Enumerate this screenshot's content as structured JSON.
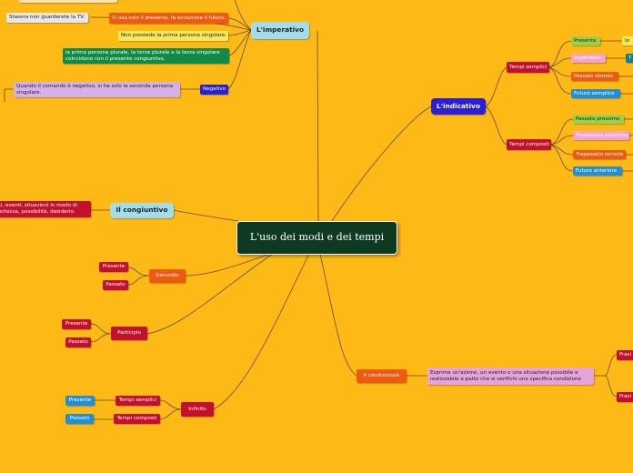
{
  "center": "L'uso dei modi e dei tempi",
  "imperativo": {
    "label": "L'imperativo",
    "items": [
      "Stasera non guarderete la TV.",
      "Si usa solo il presente, fa eccezione il futuro.",
      "Non possiede la prima persona singolare.",
      "la prima persona plurale, la terza plurale e la terza singolare coincidono con il presente congiuntivo.",
      "Negativo",
      "Quando il comando è negativo, si ha solo la seconda persona singolare."
    ]
  },
  "indicativo": {
    "label": "L'indicativo",
    "tempi_semplici": "Tempi semplici",
    "semplici": [
      "Presente",
      "Imperfetto",
      "Passato remoto",
      "Futuro semplice"
    ],
    "tempi_composti": "Tempi composti",
    "composti": [
      "Passato prossimo",
      "Trapassato prossimo",
      "Trapassato remoto",
      "Futuro anteriore"
    ],
    "partial": [
      "Io",
      "T"
    ]
  },
  "congiuntivo": {
    "label": "Il congiuntivo",
    "desc": "fatti, eventi, situazioni in modo di incertezza, possibilità, desiderio."
  },
  "gerundio": {
    "label": "Gerundio",
    "items": [
      "Presente",
      "Passato"
    ]
  },
  "participio": {
    "label": "Participio",
    "items": [
      "Presente",
      "Passato"
    ]
  },
  "infinito": {
    "label": "Infinito",
    "tempi_semplici": "Tempi semplici",
    "tempi_composti": "Tempi composti",
    "presente": "Presente",
    "passato": "Passato"
  },
  "condizionale": {
    "label": "Il condizionale",
    "desc": "Esprime un'azione, un evento o una situazione possibile e realizzabile a patto che si verifichi una specifica condizione",
    "frasi": [
      "Frasi i",
      "Frasi i"
    ]
  },
  "colors": {
    "background": "#fdba17",
    "center": "#0f3a22",
    "main": "#a3dcea",
    "indicativo": "#2a1fd6",
    "red": "#c40f2d",
    "orange": "#f05a0e",
    "green": "#0f8a47",
    "purple": "#d6b0e6"
  }
}
